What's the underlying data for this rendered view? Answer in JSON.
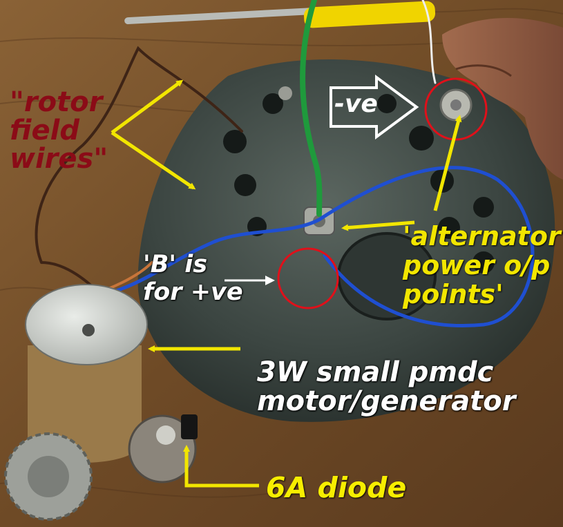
{
  "photo": {
    "subject": "car alternator wired to a small motor"
  },
  "labels": {
    "rotor_line1": "\"rotor",
    "rotor_line2": "field",
    "rotor_line3": "wires\"",
    "b_line1": "'B' is",
    "b_line2": "for +ve",
    "negative": "-ve",
    "alt_line1": "'alternator",
    "alt_line2": "power o/p",
    "alt_line3": "points'",
    "motor_line1": "3W small pmdc",
    "motor_line2": "motor/generator",
    "diode": "6A diode"
  },
  "colors": {
    "label_red": "#8b0b17",
    "label_yellow": "#f2e600",
    "label_white": "#ffffff",
    "circle_red": "#e0101a",
    "wire_blue": "#1f4fd1",
    "wire_green": "#1f9a3c",
    "wire_brown": "#4a2a1a"
  }
}
